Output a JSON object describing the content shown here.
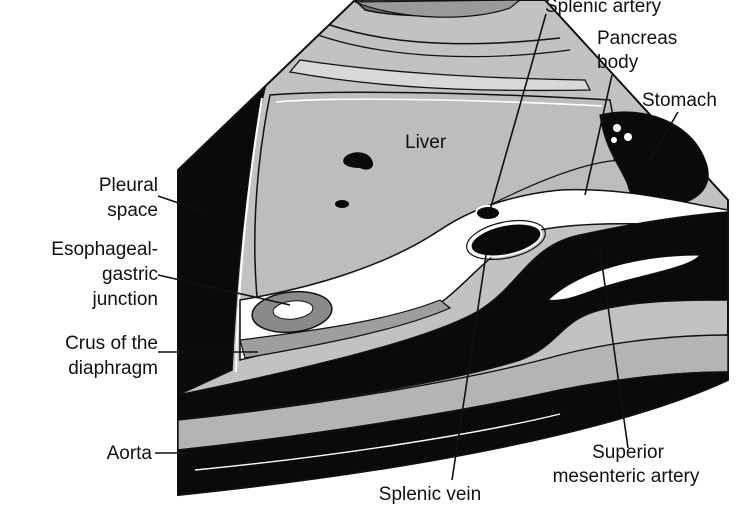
{
  "labels": {
    "splenic_artery": "Splenic artery",
    "pancreas_line1": "Pancreas",
    "pancreas_line2": "body",
    "stomach": "Stomach",
    "liver": "Liver",
    "pleural_line1": "Pleural",
    "pleural_line2": "space",
    "esophageal_line1": "Esophageal-",
    "esophageal_line2": "gastric",
    "esophageal_line3": "junction",
    "crus_line1": "Crus of the",
    "crus_line2": "diaphragm",
    "aorta": "Aorta",
    "superior_line1": "Superior",
    "superior_line2": "mesenteric artery",
    "splenic_vein": "Splenic vein"
  },
  "colors": {
    "black": "#0a0a0a",
    "gray": "#b9b9b9",
    "light_gray": "#d6d6d6",
    "white": "#ffffff"
  }
}
